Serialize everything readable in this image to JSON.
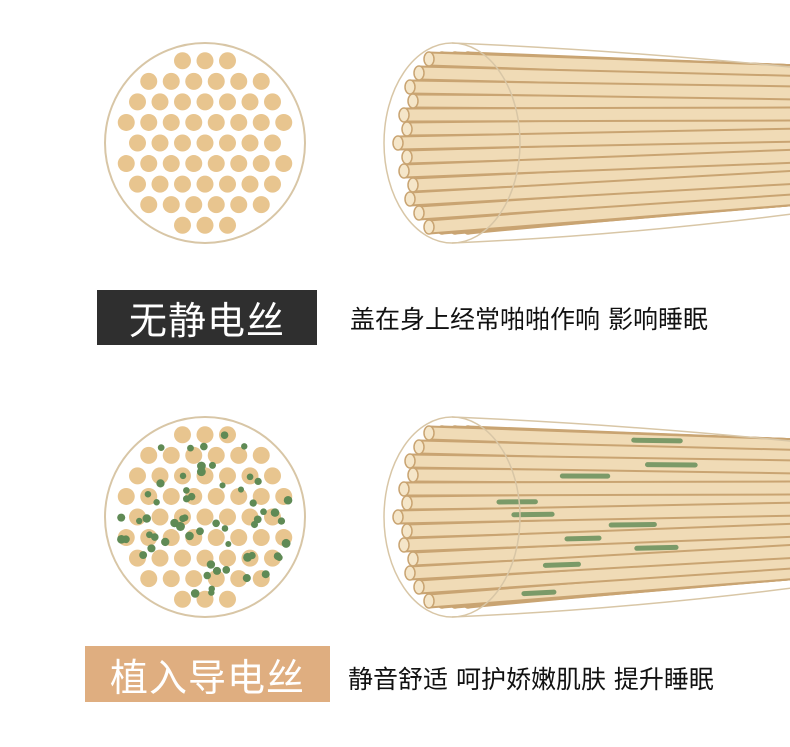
{
  "section_plain": {
    "tag": "无静电丝",
    "caption": "盖在身上经常啪啪作响 影响睡眠"
  },
  "section_conductive": {
    "tag": "植入导电丝",
    "caption": "静音舒适 呵护娇嫩肌肤 提升睡眠"
  },
  "colors": {
    "fiber": "#e8c58f",
    "conductive": "#5f8a55",
    "dark_tag": "#2f2f2f",
    "light_tag": "#dfae80"
  }
}
